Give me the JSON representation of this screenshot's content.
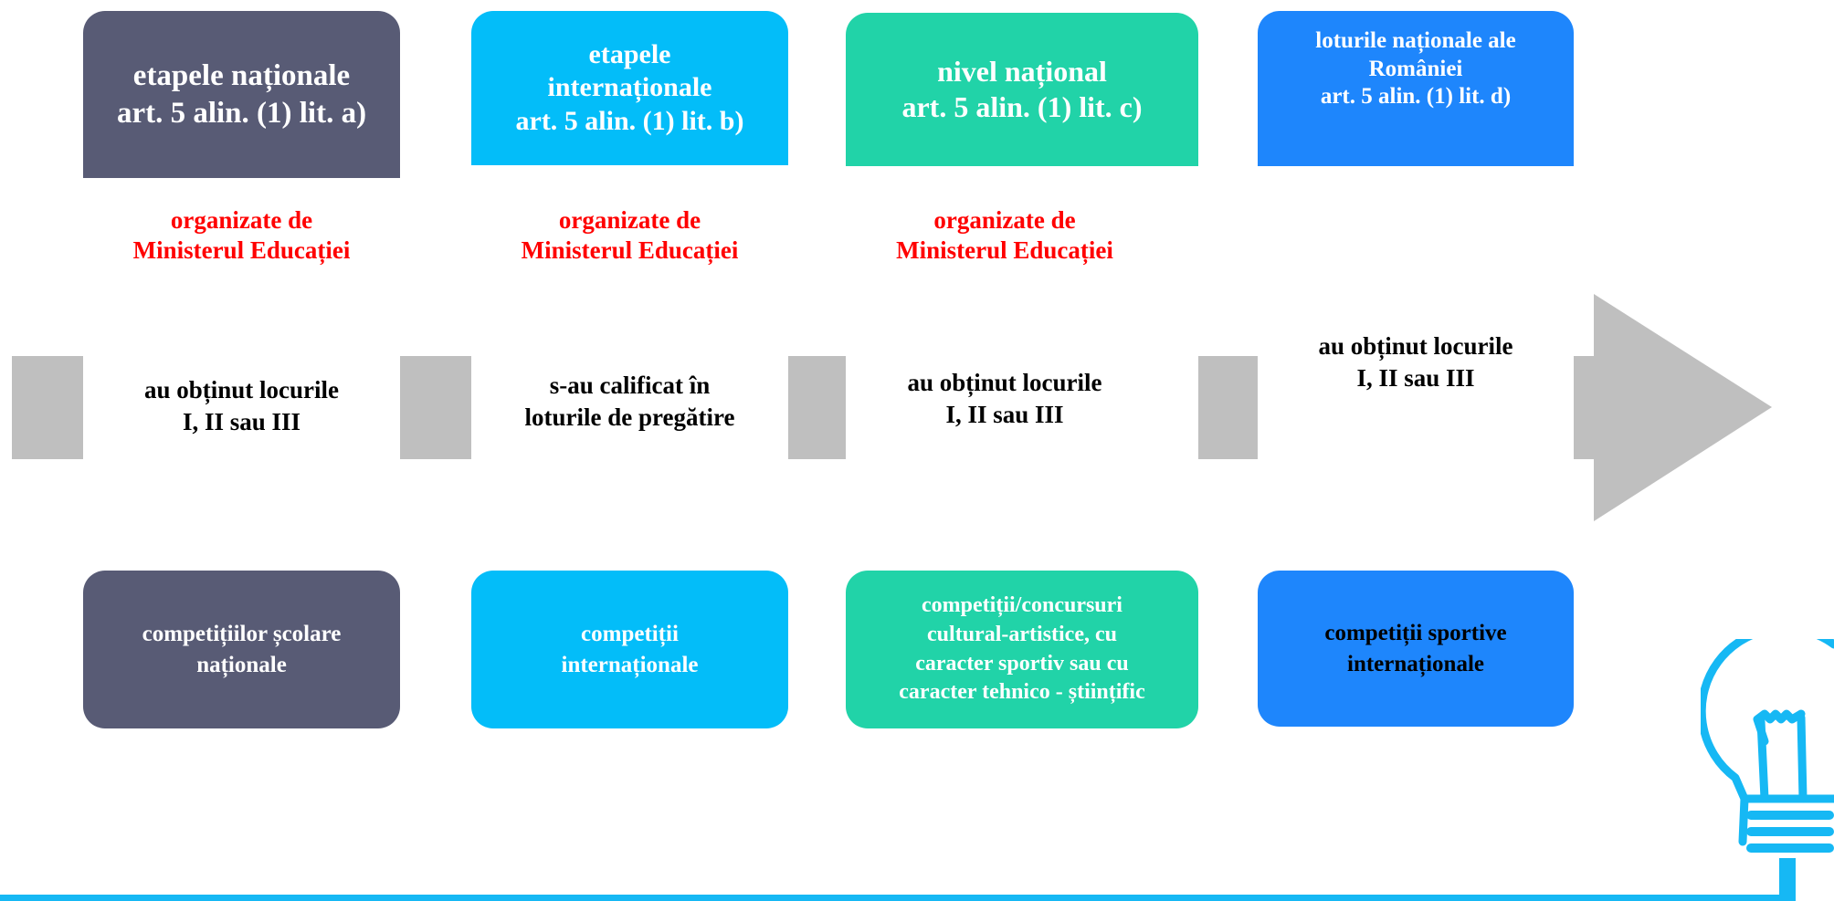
{
  "colors": {
    "dark": "#585b75",
    "cyan": "#03bdf9",
    "teal": "#21d3a8",
    "blue": "#1e86fc",
    "gray": "#bfbfbf",
    "red": "#ff0000",
    "line": "#16b8f4"
  },
  "columns": [
    {
      "header": [
        "etapele naționale",
        "art. 5 alin. (1) lit. a)"
      ],
      "organizer": [
        "organizate de",
        "Ministerul Educației"
      ],
      "condition": [
        "au obținut locurile",
        "I, II sau III"
      ],
      "footer": [
        "competițiilor școlare",
        "naționale"
      ]
    },
    {
      "header": [
        "etapele",
        "internaționale",
        "art. 5 alin. (1) lit. b)"
      ],
      "organizer": [
        "organizate de",
        "Ministerul Educației"
      ],
      "condition": [
        "s-au calificat în",
        "loturile de pregătire"
      ],
      "footer": [
        "competiții",
        "internaționale"
      ]
    },
    {
      "header": [
        "nivel național",
        "art. 5 alin. (1) lit. c)"
      ],
      "organizer": [
        "organizate de",
        "Ministerul Educației"
      ],
      "condition": [
        "au obținut locurile",
        "I, II sau III"
      ],
      "footer": [
        "competiții/concursuri",
        "cultural-artistice, cu",
        "caracter sportiv sau cu",
        "caracter tehnico - științific"
      ]
    },
    {
      "header": [
        "loturile naționale ale",
        "României",
        "art. 5 alin. (1) lit. d)"
      ],
      "condition": [
        "au obținut locurile",
        "I, II sau III"
      ],
      "footer": [
        "competiții sportive",
        "internaționale"
      ]
    }
  ],
  "icons": {
    "arrow": "arrow-right-icon",
    "bulb": "lightbulb-icon"
  }
}
